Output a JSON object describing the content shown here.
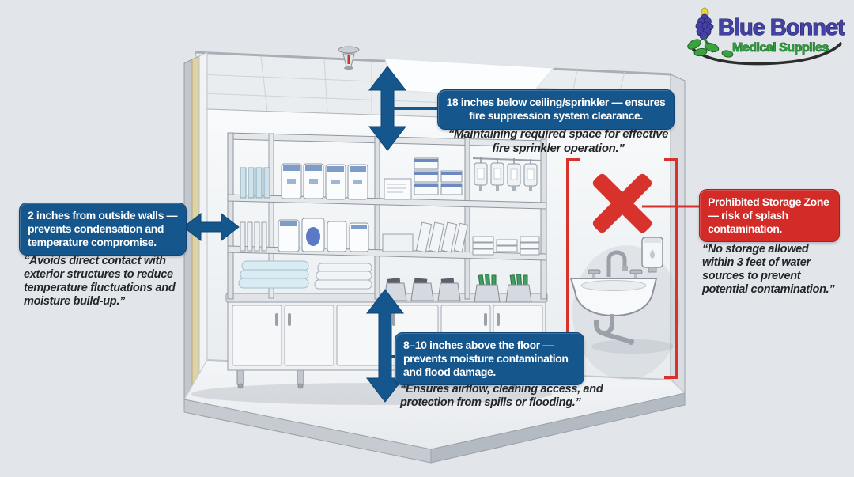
{
  "logo": {
    "name": "Blue Bonnet",
    "tagline": "Medical Supplies"
  },
  "callouts": {
    "ceiling": {
      "title": "18 inches below ceiling/sprinkler — ensures fire suppression system clearance.",
      "quote": "“Maintaining required space for effective fire sprinkler operation.”"
    },
    "outside_wall": {
      "title": "2 inches from outside walls — prevents condensation and temperature compromise.",
      "quote": "“Avoids direct contact with exterior structures to reduce temperature fluctuations and moisture build-up.”"
    },
    "floor": {
      "title": "8–10 inches above the floor — prevents moisture contamination and flood damage.",
      "quote": "“Ensures airflow, cleaning access, and protection from spills or flooding.”"
    },
    "prohibited_zone": {
      "title": "Prohibited Storage Zone — risk of splash contamination.",
      "quote": "“No storage allowed within 3 feet of water sources to prevent potential contamination.”"
    }
  },
  "colors": {
    "callout_blue": "#15568C",
    "prohibited_red": "#D32B27",
    "arrow_blue": "#15568C",
    "logo_purple": "#4542A6",
    "logo_green": "#2F9E3E",
    "background": "#E2E6EA"
  },
  "icons": {
    "sprinkler": "fire-sprinkler-head-icon",
    "ceiling_light": "ceiling-light-panel",
    "sink": "wall-sink-icon",
    "soap_dispenser": "soap-dispenser-icon",
    "x_mark": "red-x-icon",
    "clearance_arrows": "double-headed-arrow-icon"
  }
}
